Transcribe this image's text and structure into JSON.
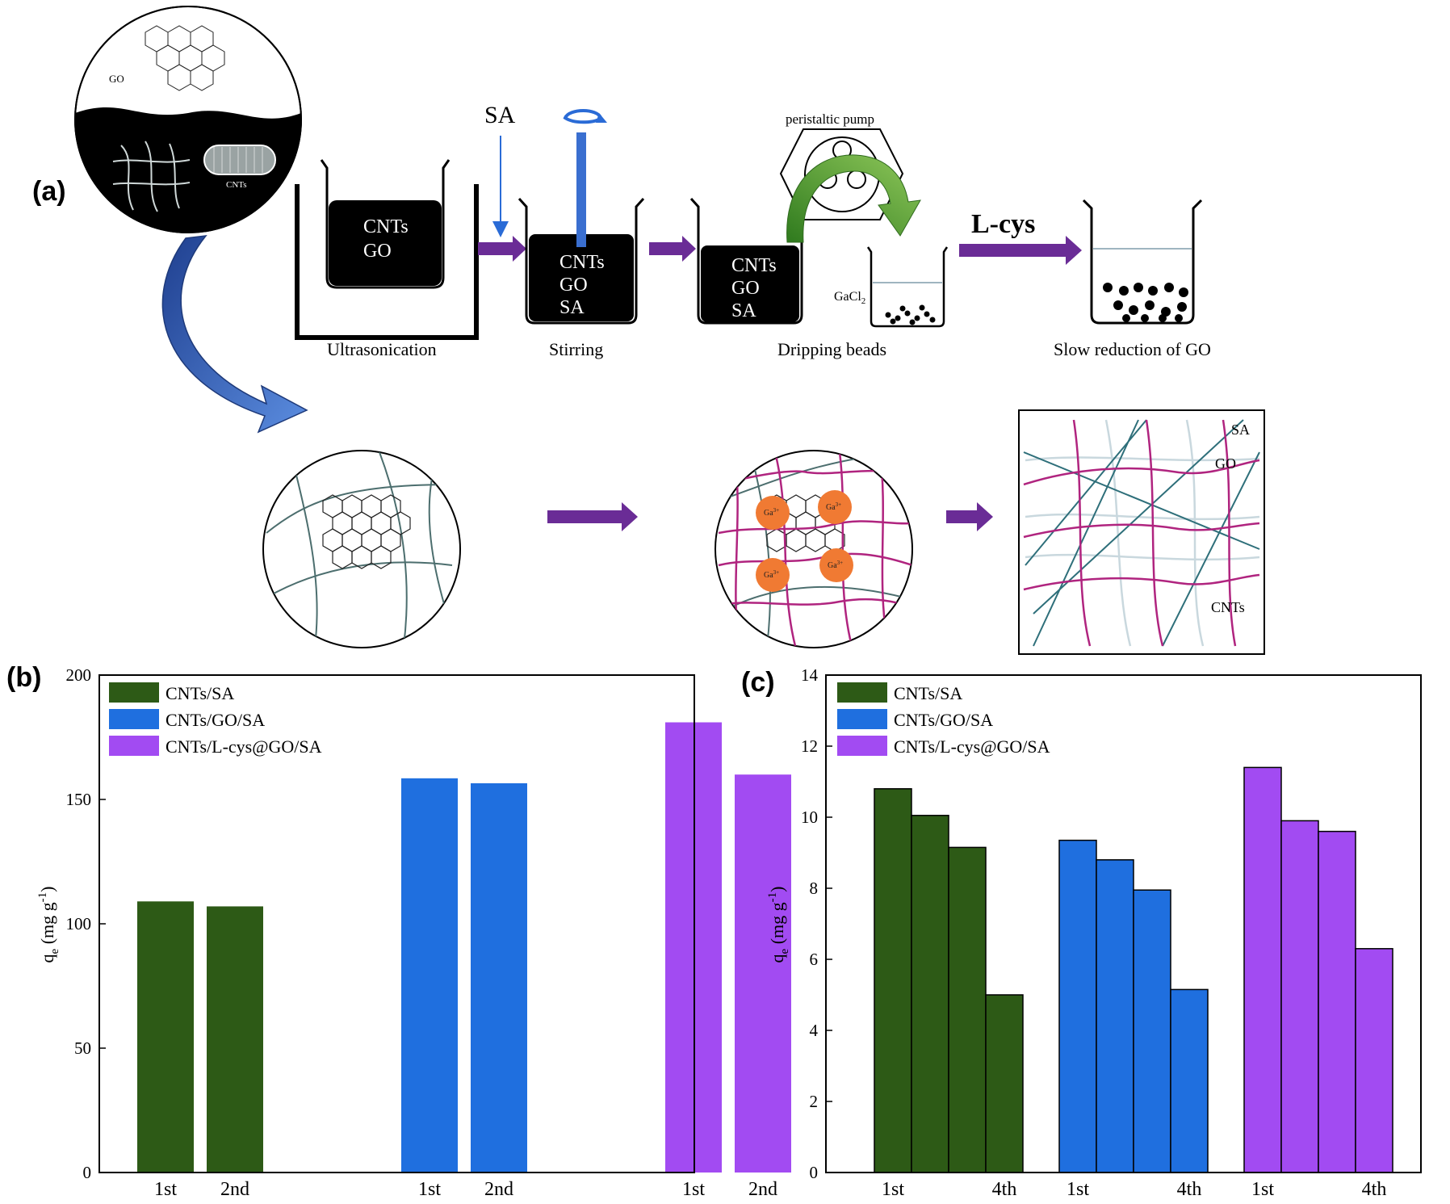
{
  "panels": {
    "a": "(a)",
    "b": "(b)",
    "c": "(c)"
  },
  "scheme": {
    "yin_yang": {
      "go_label": "GO",
      "cnts_label": "CNTs"
    },
    "sa_label": "SA",
    "beaker1_text": [
      "CNTs",
      "GO"
    ],
    "beaker2_text": [
      "CNTs",
      "GO",
      "SA"
    ],
    "beaker3_text": [
      "CNTs",
      "GO",
      "SA"
    ],
    "pump_label": "peristaltic pump",
    "gacl2_label": "GaCl",
    "gacl2_sub": "2",
    "lcys_label": "L-cys",
    "steps": [
      "Ultrasonication",
      "Stirring",
      "Dripping beads",
      "Slow reduction of GO"
    ],
    "bottom_right_labels": {
      "sa": "SA",
      "go": "GO",
      "cnts": "CNTs"
    },
    "ion_label": "Ga",
    "ion_charge": "3+"
  },
  "colors": {
    "green": "#2d5a16",
    "blue": "#1f6fdf",
    "purple": "#a24bf2",
    "arrow_purple": "#6a2c96",
    "magenta": "#b0247f",
    "orange": "#f07a33",
    "network": "#4c6e6e"
  },
  "chart_data": [
    {
      "type": "bar",
      "panel": "(b)",
      "ylabel_main": "q",
      "ylabel_sub": "e",
      "ylabel_units": " (mg g",
      "ylabel_sup": "-1",
      "ylabel_close": ")",
      "ylim": [
        0,
        200
      ],
      "yticks": [
        0,
        50,
        100,
        150,
        200
      ],
      "legend": "top-left",
      "grid": false,
      "series": [
        {
          "name": "CNTs/SA",
          "color": "#2d5a16",
          "values": [
            109,
            107
          ],
          "tick_labels": [
            "1st",
            "2nd"
          ]
        },
        {
          "name": "CNTs/GO/SA",
          "color": "#1f6fdf",
          "values": [
            158.5,
            156.5
          ],
          "tick_labels": [
            "1st",
            "2nd"
          ]
        },
        {
          "name": "CNTs/L-cys@GO/SA",
          "color": "#a24bf2",
          "values": [
            181,
            160
          ],
          "tick_labels": [
            "1st",
            "2nd"
          ]
        }
      ]
    },
    {
      "type": "bar",
      "panel": "(c)",
      "ylabel_main": "q",
      "ylabel_sub": "e",
      "ylabel_units": " (mg g",
      "ylabel_sup": "-1",
      "ylabel_close": ")",
      "ylim": [
        0,
        14
      ],
      "yticks": [
        0,
        2,
        4,
        6,
        8,
        10,
        12,
        14
      ],
      "legend": "top-left",
      "grid": false,
      "series": [
        {
          "name": "CNTs/SA",
          "color": "#2d5a16",
          "values": [
            10.8,
            10.05,
            9.15,
            5.0
          ],
          "tick_labels": [
            "1st",
            "",
            "",
            "4th"
          ]
        },
        {
          "name": "CNTs/GO/SA",
          "color": "#1f6fdf",
          "values": [
            9.35,
            8.8,
            7.95,
            5.15
          ],
          "tick_labels": [
            "1st",
            "",
            "",
            "4th"
          ]
        },
        {
          "name": "CNTs/L-cys@GO/SA",
          "color": "#a24bf2",
          "values": [
            11.4,
            9.9,
            9.6,
            6.3
          ],
          "tick_labels": [
            "1st",
            "",
            "",
            "4th"
          ]
        }
      ]
    }
  ]
}
